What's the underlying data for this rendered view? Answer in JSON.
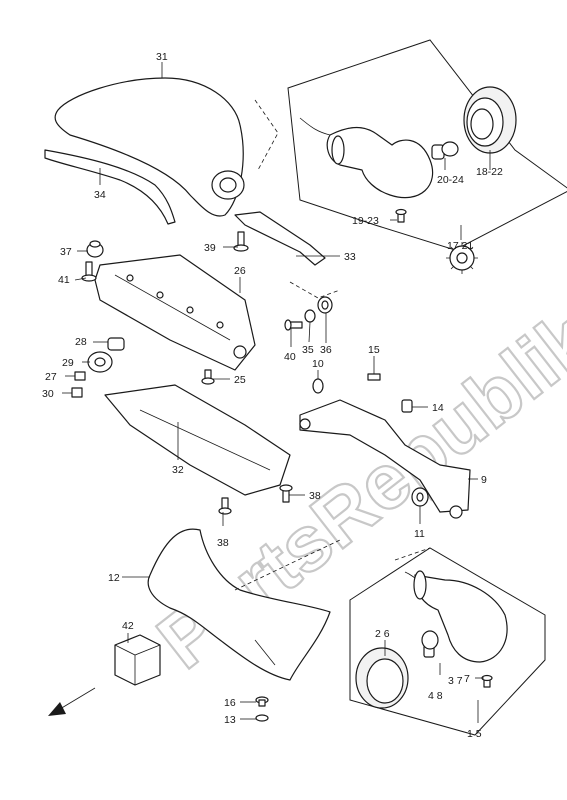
{
  "watermark": "PartsRepublik",
  "callouts": {
    "c31": "31",
    "c34": "34",
    "c37": "37",
    "c41": "41",
    "c39": "39",
    "c26": "26",
    "c33": "33",
    "c28": "28",
    "c29": "29",
    "c27": "27",
    "c30": "30",
    "c25": "25",
    "c40": "40",
    "c35": "35",
    "c36": "36",
    "c10": "10",
    "c15": "15",
    "c14": "14",
    "c32": "32",
    "c38a": "38",
    "c38b": "38",
    "c9": "9",
    "c11": "11",
    "c12": "12",
    "c42": "42",
    "c16": "16",
    "c13": "13",
    "c2_6": "2 6",
    "c3_7": "3 7",
    "c4_8": "4 8",
    "c7": "7",
    "c1_5": "1 5",
    "c20_24": "20-24",
    "c18_22": "18-22",
    "c19_23": "19-23",
    "c17_21": "17 21"
  }
}
